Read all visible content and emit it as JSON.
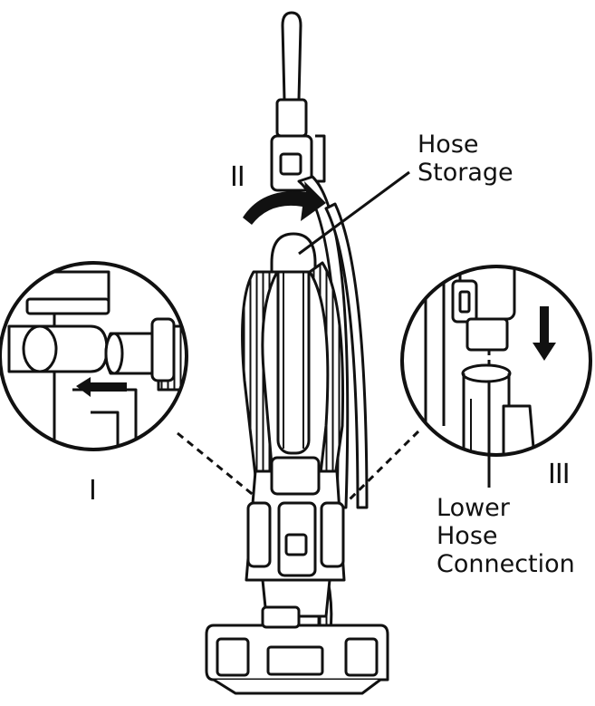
{
  "callouts": {
    "hose_storage": [
      "Hose",
      "Storage"
    ],
    "lower_hose_connection": [
      "Lower",
      "Hose",
      "Connection"
    ]
  },
  "steps": {
    "one": "I",
    "two": "II",
    "three": "III"
  },
  "colors": {
    "line": "#111111",
    "background": "#ffffff"
  }
}
